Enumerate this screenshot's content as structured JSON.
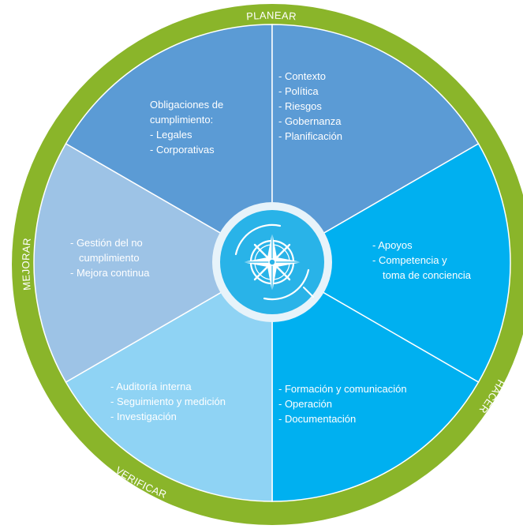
{
  "ring": {
    "color": "#8ab52a",
    "labels": [
      "PLANEAR",
      "HACER",
      "VERIFICAR",
      "MEJORAR"
    ]
  },
  "segments": [
    {
      "id": "obligaciones",
      "color": "#5b9bd5",
      "lines": [
        "Obligaciones de",
        "cumplimiento:",
        "- Legales",
        "- Corporativas"
      ]
    },
    {
      "id": "planear",
      "color": "#5b9bd5",
      "lines": [
        "- Contexto",
        "- Política",
        "- Riesgos",
        "- Gobernanza",
        "- Planificación"
      ]
    },
    {
      "id": "apoyos",
      "color": "#00b0f0",
      "lines": [
        "- Apoyos",
        "- Competencia y",
        "toma de conciencia"
      ]
    },
    {
      "id": "hacer",
      "color": "#00b0f0",
      "lines": [
        "- Formación y comunicación",
        "- Operación",
        "- Documentación"
      ]
    },
    {
      "id": "verificar",
      "color": "#8fd3f4",
      "lines": [
        "- Auditoría interna",
        "- Seguimiento y medición",
        "- Investigación"
      ]
    },
    {
      "id": "mejorar",
      "color": "#9dc3e6",
      "lines": [
        "- Gestión del no",
        "cumplimiento",
        "- Mejora continua"
      ]
    }
  ],
  "center": {
    "outer_color": "#e7f3fa",
    "inner_color": "#29b3e8",
    "icon": "compass-rose-icon"
  }
}
